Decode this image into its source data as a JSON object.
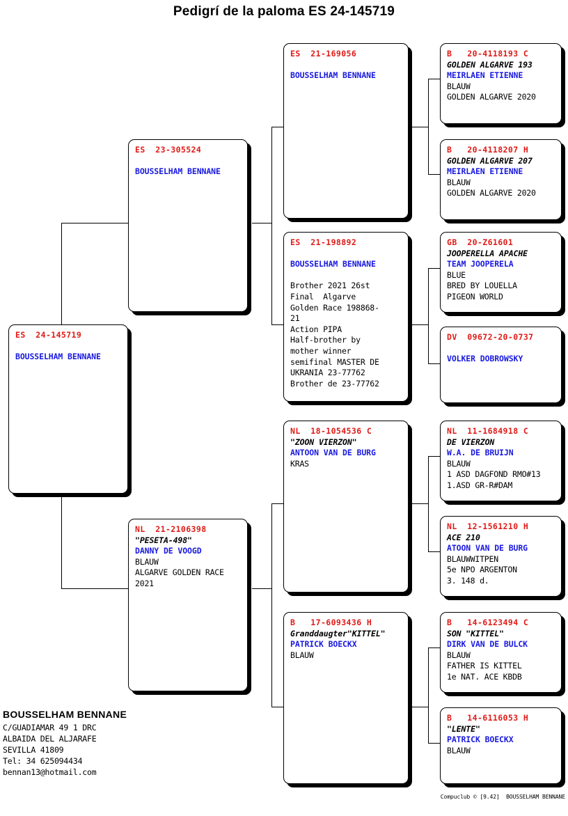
{
  "title": "Pedigrí de la paloma ES  24-145719",
  "colors": {
    "id": "#e01b17",
    "breeder": "#1a1ae0",
    "text": "#000000",
    "background": "#ffffff"
  },
  "subject": {
    "id": "ES  24-145719",
    "name": "",
    "breeder": "BOUSSELHAM BENNANE",
    "lines": []
  },
  "gen1": {
    "sire": {
      "id": "ES  23-305524",
      "name": "",
      "breeder": "BOUSSELHAM BENNANE",
      "lines": []
    },
    "dam": {
      "id": "NL  21-2106398",
      "name": "\"PESETA-498\"",
      "breeder": "DANNY DE VOOGD",
      "lines": [
        "BLAUW",
        "ALGARVE GOLDEN RACE",
        "2021"
      ]
    }
  },
  "gen2": {
    "sire_sire": {
      "id": "ES  21-169056",
      "name": "",
      "breeder": "BOUSSELHAM BENNANE",
      "lines": []
    },
    "sire_dam": {
      "id": "ES  21-198892",
      "name": "",
      "breeder": "BOUSSELHAM BENNANE",
      "lines": [
        "Brother 2021 26st",
        "Final  Algarve",
        "Golden Race 198868-",
        "21",
        "Action PIPA",
        "Half-brother by",
        "mother winner",
        "semifinal MASTER DE",
        "UKRANIA 23-77762",
        "Brother de 23-77762"
      ]
    },
    "dam_sire": {
      "id": "NL  18-1054536 C",
      "name": "\"ZOON VIERZON\"",
      "breeder": "ANTOON VAN DE BURG",
      "lines": [
        "KRAS"
      ]
    },
    "dam_dam": {
      "id": "B   17-6093436 H",
      "name": "Granddaugter\"KITTEL\"",
      "breeder": "PATRICK BOECKX",
      "lines": [
        "BLAUW"
      ]
    }
  },
  "gen3": {
    "ss_s": {
      "id": "B   20-4118193 C",
      "name": "GOLDEN ALGARVE 193",
      "breeder": "MEIRLAEN ETIENNE",
      "lines": [
        "BLAUW",
        "GOLDEN ALGARVE 2020"
      ]
    },
    "ss_d": {
      "id": "B   20-4118207 H",
      "name": "GOLDEN ALGARVE 207",
      "breeder": "MEIRLAEN ETIENNE",
      "lines": [
        "BLAUW",
        "GOLDEN ALGARVE 2020"
      ]
    },
    "sd_s": {
      "id": "GB  20-Z61601",
      "name": "JOOPERELLA APACHE",
      "breeder": "TEAM JOOPERELA",
      "lines": [
        "BLUE",
        "BRED BY LOUELLA",
        "PIGEON WORLD"
      ]
    },
    "sd_d": {
      "id": "DV  09672-20-0737",
      "name": "",
      "breeder": "VOLKER DOBROWSKY",
      "lines": []
    },
    "ds_s": {
      "id": "NL  11-1684918 C",
      "name": "DE VIERZON",
      "breeder": "W.A. DE BRUIJN",
      "lines": [
        "BLAUW",
        "1 ASD DAGFOND RMO#13",
        "1.ASD GR-R#DAM"
      ]
    },
    "ds_d": {
      "id": "NL  12-1561210 H",
      "name": "ACE 210",
      "breeder": "ATOON VAN DE BURG",
      "lines": [
        "BLAUWWITPEN",
        "5e NPO ARGENTON",
        "3. 148 d."
      ]
    },
    "dd_s": {
      "id": "B   14-6123494 C",
      "name": "SON \"KITTEL\"",
      "breeder": "DIRK VAN DE BULCK",
      "lines": [
        "BLAUW",
        "FATHER IS KITTEL",
        "1e NAT. ACE KBDB"
      ]
    },
    "dd_d": {
      "id": "B   14-6116053 H",
      "name": "\"LENTE\"",
      "breeder": "PATRICK BOECKX",
      "lines": [
        "BLAUW"
      ]
    }
  },
  "owner": {
    "name": "BOUSSELHAM BENNANE",
    "lines": [
      "C/GUADIAMAR 49 1 DRC",
      "ALBAIDA DEL ALJARAFE",
      "SEVILLA 41809",
      "Tel: 34 625094434",
      "bennan13@hotmail.com"
    ]
  },
  "footer": {
    "copyright": "Compuclub © [9.42]  BOUSSELHAM BENNANE"
  }
}
